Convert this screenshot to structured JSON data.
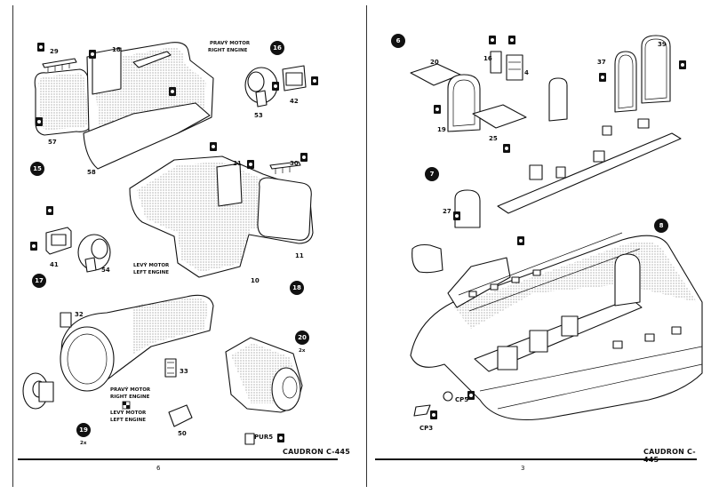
{
  "left_page": {
    "page_number": "6",
    "footer_title": "CAUDRON C-445",
    "steps": [
      "15",
      "16",
      "17",
      "18",
      "19",
      "20"
    ],
    "step_notes": {
      "19": "2x",
      "20": "2x"
    },
    "part_labels": [
      "29",
      "18",
      "57",
      "58",
      "21",
      "30",
      "11",
      "41",
      "54",
      "53",
      "42",
      "10",
      "32",
      "33",
      "50",
      "PUR5"
    ],
    "engine_labels": {
      "right_top": {
        "cz": "PRAVÝ MOTOR",
        "en": "RIGHT ENGINE"
      },
      "left_mid": {
        "cz": "LEVÝ MOTOR",
        "en": "LEFT ENGINE"
      },
      "right_bottom": {
        "cz": "PRAVÝ MOTOR",
        "en": "RIGHT ENGINE"
      },
      "left_bottom": {
        "cz": "LEVÝ MOTOR",
        "en": "LEFT ENGINE"
      }
    }
  },
  "right_page": {
    "page_number": "3",
    "footer_title": "CAUDRON C-445",
    "steps": [
      "6",
      "7",
      "8"
    ],
    "part_labels": [
      "16",
      "4",
      "20",
      "39",
      "37",
      "19",
      "25",
      "27",
      "CP5",
      "CP3"
    ]
  },
  "colors": {
    "ink": "#111111",
    "paper": "#ffffff",
    "badge": "#111111"
  }
}
